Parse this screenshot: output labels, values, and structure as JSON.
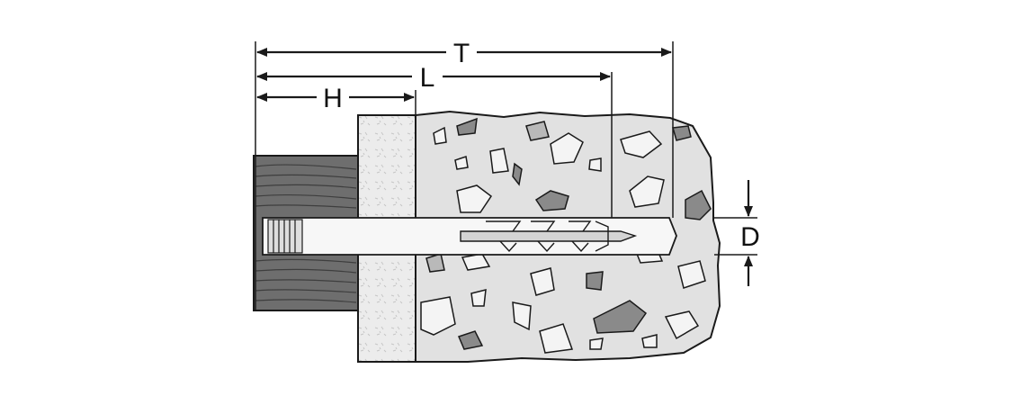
{
  "labels": {
    "T": "T",
    "L": "L",
    "H": "H",
    "D": "D"
  },
  "colors": {
    "outline": "#1a1a1a",
    "concrete": "#e1e1e1",
    "plaster": "#ececec",
    "wood": "#6e6e6e",
    "stone_light": "#f4f4f4",
    "stone_mid": "#b9b9b9",
    "stone_dark": "#8a8a8a",
    "hole": "#f7f7f7"
  }
}
